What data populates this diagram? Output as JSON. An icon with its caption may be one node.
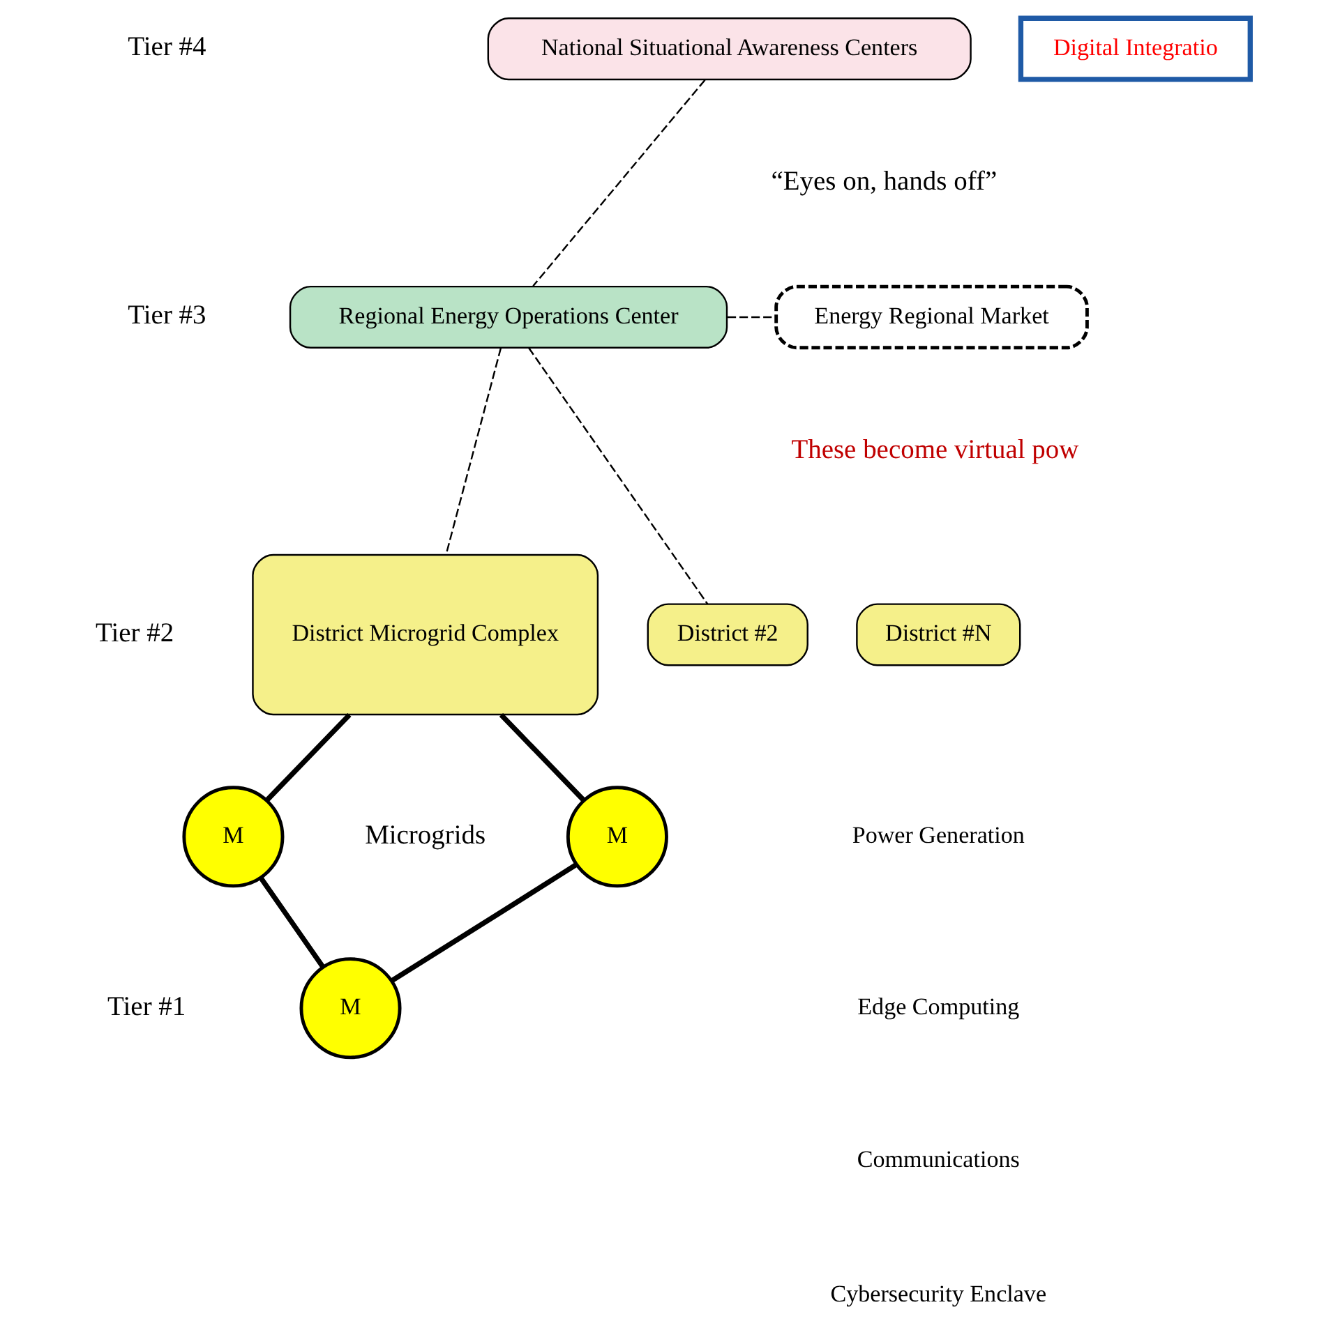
{
  "diagram": {
    "nodes": [
      {
        "text": [
          "National Situational Awareness Centers"
        ]
      },
      {
        "text": [
          "Digital Integratio"
        ]
      },
      {
        "text": [
          "Regional Energy Operations Center"
        ]
      },
      {
        "text": [
          "Energy Regional Market"
        ]
      },
      {
        "text": [
          "District Microgrid Complex"
        ]
      },
      {
        "text": [
          "District #2"
        ]
      },
      {
        "text": [
          "District #N"
        ]
      },
      {
        "text": [
          "M"
        ]
      },
      {
        "text": [
          "M"
        ]
      },
      {
        "text": [
          "M"
        ]
      }
    ],
    "edges": [
      {
        "from": 0,
        "to": 2,
        "arrow": "none",
        "style": "dashed"
      },
      {
        "from": 2,
        "to": 3,
        "arrow": "none",
        "style": "dashed"
      },
      {
        "from": 2,
        "to": 4,
        "arrow": "none",
        "style": "dashed"
      },
      {
        "from": 2,
        "to": 5,
        "arrow": "none",
        "style": "dashed"
      },
      {
        "from": 4,
        "to": 7,
        "arrow": "none",
        "style": "thick"
      },
      {
        "from": 4,
        "to": 8,
        "arrow": "none",
        "style": "thick"
      },
      {
        "from": 7,
        "to": 9,
        "arrow": "none",
        "style": "thick"
      },
      {
        "from": 8,
        "to": 9,
        "arrow": "none",
        "style": "thick"
      }
    ],
    "labels": [
      "Tier #4",
      "“Eyes on, hands off”",
      "Tier #3",
      "These become virtual pow",
      "Tier #2",
      "Microgrids",
      "Tier #1",
      "Power Generation",
      "Edge Computing",
      "Communications",
      "Cybersecurity Enclave"
    ]
  }
}
